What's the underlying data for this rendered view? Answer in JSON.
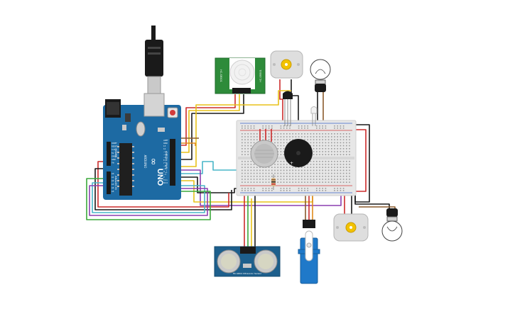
{
  "arduino": {
    "name": "UNO",
    "logo": "∞",
    "pin_labels": [
      "AREF",
      "GND",
      "13",
      "12",
      "~11",
      "~10",
      "~9",
      "8",
      "7",
      "~6",
      "~5",
      "4",
      "~3",
      "2",
      "TX 1",
      "RX 0"
    ],
    "side_text": "ARDUINO",
    "digital_text": "DIGITAL (PWM ~)",
    "power_labels": [
      "IOREF",
      "RESET",
      "3.3V",
      "5V",
      "GND",
      "GND",
      "Vin"
    ],
    "analog_labels": [
      "A0",
      "A1",
      "A2",
      "A3",
      "A4",
      "A5"
    ],
    "power_text": "POWER",
    "analog_text": "ANALOG IN"
  },
  "pir": {
    "label_left": "HC-SR501",
    "label_right": "HC-SR501"
  },
  "transistor": {
    "label": ""
  },
  "ultrasonic": {
    "label": "HC-SR04 Ultrasonic Sensor"
  },
  "colors": {
    "board": "#1d6aa3",
    "pcb_green": "#2e8b3a",
    "breadboard": "#e7e7e7",
    "rail_red": "#d23b3b",
    "rail_blue": "#3a66c9",
    "wire_red": "#cc2b2b",
    "wire_black": "#1a1a1a",
    "wire_yellow": "#e8c21a",
    "wire_green": "#3aa83a",
    "wire_purple": "#8c3fb0",
    "wire_cyan": "#49b6c8",
    "wire_orange": "#e08a1c",
    "wire_brown": "#8a5a2b",
    "servo": "#1f79c9"
  }
}
